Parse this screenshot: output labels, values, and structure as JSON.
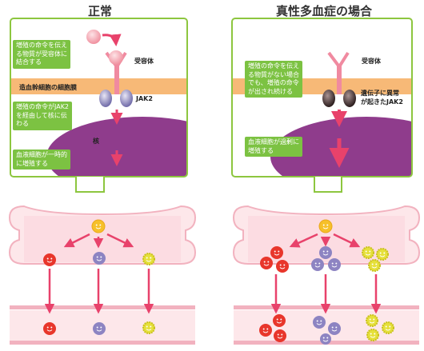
{
  "colors": {
    "frame": "#8dc63f",
    "note_bg": "#7cc242",
    "membrane": "#f7b977",
    "nucleus": "#8f3c8c",
    "arrow": "#e8426b",
    "receptor": "#f08aa0",
    "vessel_fill": "#fde7ea",
    "vessel_border": "#f2b2bf",
    "red_cell": "#e8362b",
    "purple_cell": "#8d84c2",
    "yellow_cell": "#e6e03b",
    "stem_cell": "#f6c02a"
  },
  "icons": [
    "smiley-red-cell-icon",
    "smiley-purple-cell-icon",
    "smiley-yellow-cell-icon",
    "smiley-stem-cell-icon",
    "jak2-protein-icon",
    "receptor-icon"
  ],
  "left": {
    "title": "正常",
    "receptor_label": "受容体",
    "membrane_label": "造血幹細胞の細胞膜",
    "jak2_label": "JAK2",
    "nucleus_label": "核",
    "note1": [
      "増殖の命令を伝え",
      "る物質が受容体に",
      "結合する"
    ],
    "note2": [
      "増殖の命令がJAK2",
      "を経由して核に伝",
      "わる"
    ],
    "note3": [
      "血液細胞が一時的",
      "に増殖する"
    ]
  },
  "right": {
    "title": "真性多血症の場合",
    "receptor_label": "受容体",
    "mutation_label": [
      "遺伝子に異常",
      "が起きたJAK2"
    ],
    "note1": [
      "増殖の命令を伝え",
      "る物質がない場合",
      "でも、増殖の命令",
      "が出され続ける"
    ],
    "note2": [
      "血液細胞が過剰に",
      "増殖する"
    ]
  }
}
